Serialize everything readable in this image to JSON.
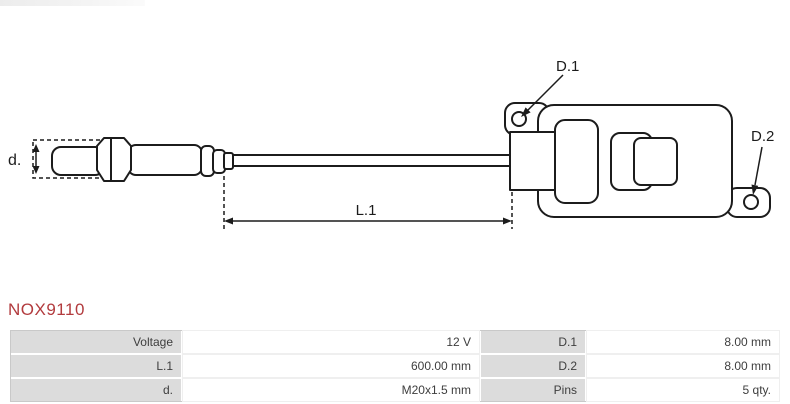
{
  "part_number": "NOX9110",
  "diagram": {
    "labels": {
      "d": "d.",
      "l1": "L.1",
      "d1": "D.1",
      "d2": "D.2"
    }
  },
  "table": {
    "rows": [
      {
        "label1": "Voltage",
        "value1": "12 V",
        "label2": "D.1",
        "value2": "8.00 mm"
      },
      {
        "label1": "L.1",
        "value1": "600.00 mm",
        "label2": "D.2",
        "value2": "8.00 mm"
      },
      {
        "label1": "d.",
        "value1": "M20x1.5 mm",
        "label2": "Pins",
        "value2": "5 qty."
      }
    ]
  },
  "colors": {
    "part_number": "#b23b3e",
    "line": "#1c1c1c",
    "table_label_bg": "#dcdcdc",
    "table_border": "#c9c9c9"
  }
}
